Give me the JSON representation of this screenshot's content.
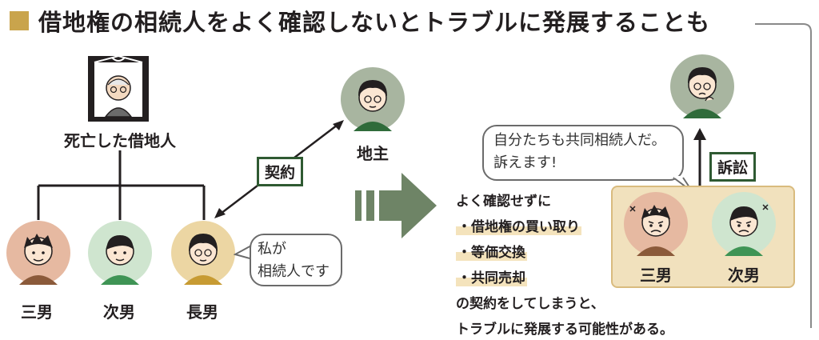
{
  "title": "借地権の相続人をよく確認しないとトラブルに発展することも",
  "colors": {
    "accent_gold": "#c9a44c",
    "contract_green": "#2f5a32",
    "arrow_green": "#6e8466",
    "panel_beige": "#f1e1bd"
  },
  "left": {
    "deceased_label": "死亡した借地人",
    "contract_badge": "契約",
    "landlord_label": "地主",
    "children": [
      {
        "label": "三男"
      },
      {
        "label": "次男"
      },
      {
        "label": "長男"
      }
    ],
    "bubble_line1": "私が",
    "bubble_line2": "相続人です"
  },
  "right": {
    "bubble_line1": "自分たちも共同相続人だ。",
    "bubble_line2": "訴えます!",
    "lawsuit_badge": "訴訟",
    "heirs": [
      {
        "label": "三男"
      },
      {
        "label": "次男"
      }
    ],
    "intro": "よく確認せずに",
    "items": [
      "・借地権の買い取り",
      "・等価交換",
      "・共同売却"
    ],
    "conclusion_line1": "の契約をしてしまうと、",
    "conclusion_line2": "トラブルに発展する可能性がある。"
  }
}
